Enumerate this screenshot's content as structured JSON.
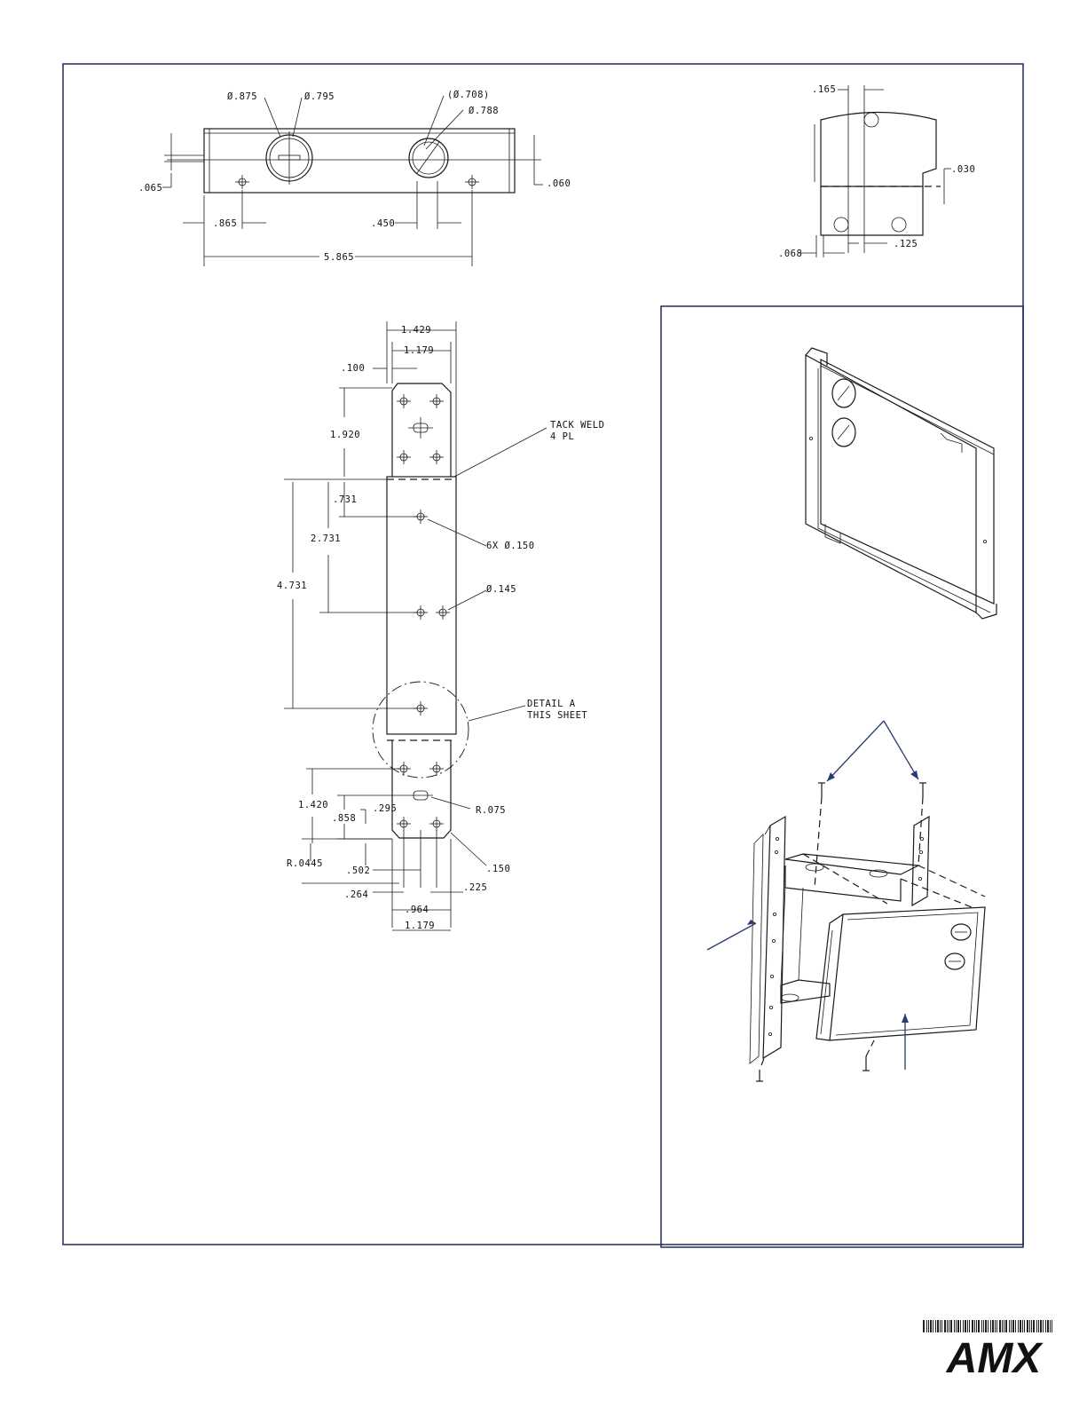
{
  "top_view": {
    "dims": {
      "d875": "Ø.875",
      "d795": "Ø.795",
      "d708": "(Ø.708)",
      "d788": "Ø.788",
      "t065": ".065",
      "t060": ".060",
      "t865": ".865",
      "t450": ".450",
      "t5865": "5.865"
    }
  },
  "side_view": {
    "dims": {
      "s165": ".165",
      "s030": ".030",
      "s068": ".068",
      "s125": ".125"
    }
  },
  "flat_view": {
    "dims": {
      "f1429": "1.429",
      "f1179a": "1.179",
      "f100": ".100",
      "f1920": "1.920",
      "f731": ".731",
      "f2731": "2.731",
      "f4731": "4.731",
      "f1420": "1.420",
      "f858": ".858",
      "f295": ".295",
      "fr0445": "R.0445",
      "f502": ".502",
      "f264": ".264",
      "f964": ".964",
      "f1179b": "1.179",
      "f225": ".225"
    },
    "callouts": {
      "tack_weld_1": "TACK WELD",
      "tack_weld_2": "4 PL",
      "holes_6x": "6X Ø.150",
      "hole_145": "Ø.145",
      "detail_1": "DETAIL A",
      "detail_2": "THIS SHEET",
      "r075": "R.075",
      "c150": ".150"
    }
  },
  "brand": {
    "logo_text": "AMX",
    "logo_color": "#1f3a78"
  },
  "colors": {
    "frame": "#1f2a56",
    "arrow": "#2a3b6e"
  }
}
